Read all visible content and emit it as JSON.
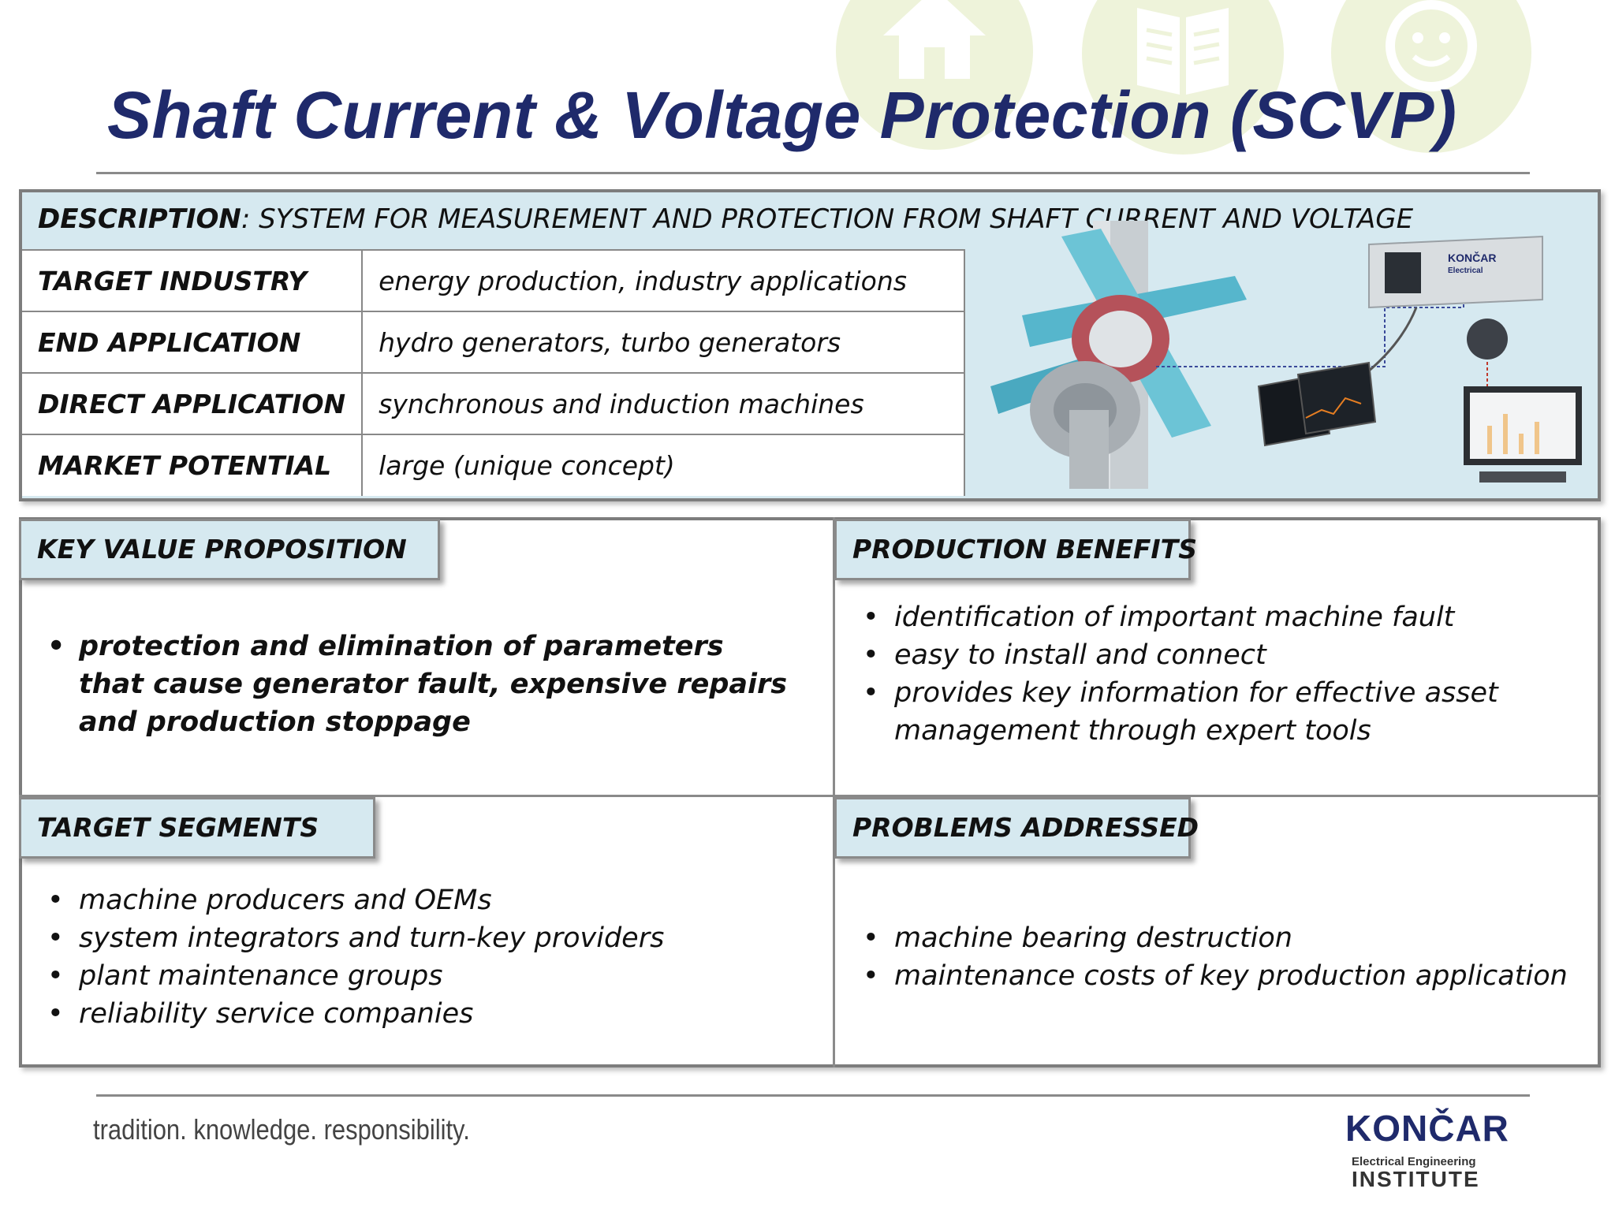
{
  "title": "Shaft Current & Voltage Protection (SCVP)",
  "description": {
    "label": "DESCRIPTION",
    "text": ": SYSTEM FOR MEASUREMENT AND PROTECTION FROM SHAFT CURRENT AND VOLTAGE"
  },
  "info_rows": [
    {
      "label": "TARGET INDUSTRY",
      "value": "energy production, industry applications"
    },
    {
      "label": "END APPLICATION",
      "value": "hydro generators, turbo generators"
    },
    {
      "label": "DIRECT APPLICATION",
      "value": "synchronous and induction machines"
    },
    {
      "label": "MARKET POTENTIAL",
      "value": "large (unique concept)"
    }
  ],
  "illustration": {
    "device_brand": "KONČAR",
    "device_sub": "Electrical"
  },
  "key_value": {
    "heading": "KEY VALUE PROPOSITION",
    "items": [
      "protection and elimination of parameters that cause generator fault, expensive repairs and production stoppage"
    ]
  },
  "production_benefits": {
    "heading": "PRODUCTION BENEFITS",
    "items": [
      "identification of important machine fault",
      "easy to install and connect",
      "provides key information for effective asset management through expert tools"
    ]
  },
  "target_segments": {
    "heading": "TARGET SEGMENTS",
    "items": [
      "machine producers and OEMs",
      "system integrators and turn-key providers",
      "plant maintenance groups",
      "reliability service companies"
    ]
  },
  "problems_addressed": {
    "heading": "PROBLEMS ADDRESSED",
    "items": [
      "machine bearing destruction",
      "maintenance costs of key production application"
    ]
  },
  "footer": {
    "tagline": "tradition. knowledge. responsibility.",
    "logo_name": "KONČAR",
    "logo_sub": "Electrical Engineering",
    "logo_institute": "INSTITUTE"
  },
  "colors": {
    "title": "#1f2a6b",
    "panel_bg": "#d6e9f0",
    "border": "#7d7d7d"
  }
}
